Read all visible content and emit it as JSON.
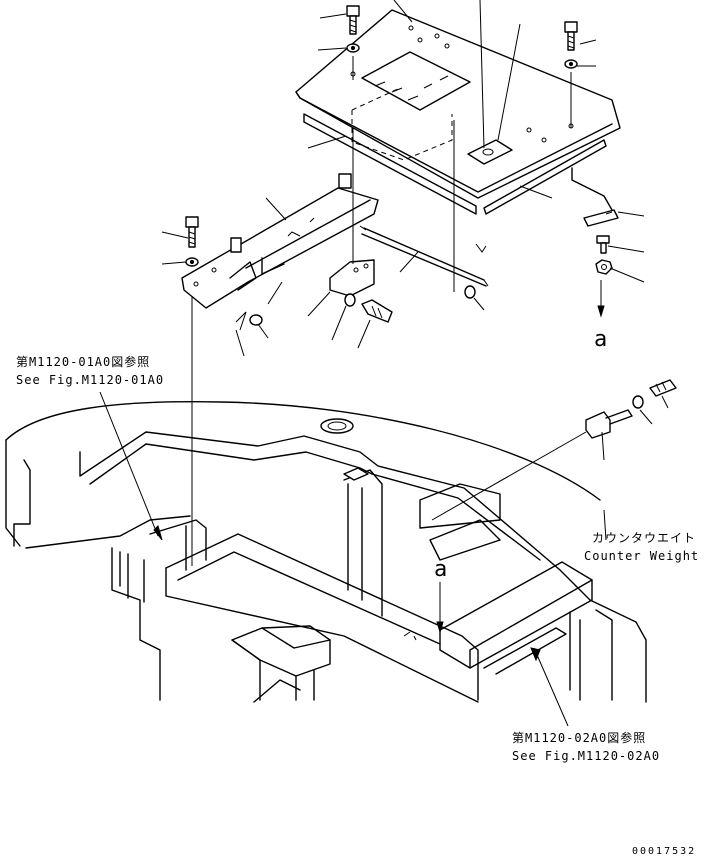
{
  "labels": {
    "ref1_jp": "第M1120-01A0図参照",
    "ref1_en": "See Fig.M1120-01A0",
    "counterweight_jp": "カウンタウエイト",
    "counterweight_en": "Counter Weight",
    "ref2_jp": "第M1120-02A0図参照",
    "ref2_en": "See Fig.M1120-02A0",
    "view_letter_top": "a",
    "view_letter_bottom": "a",
    "drawing_number": "00017532"
  },
  "colors": {
    "ink": "#000000",
    "paper": "#ffffff"
  }
}
